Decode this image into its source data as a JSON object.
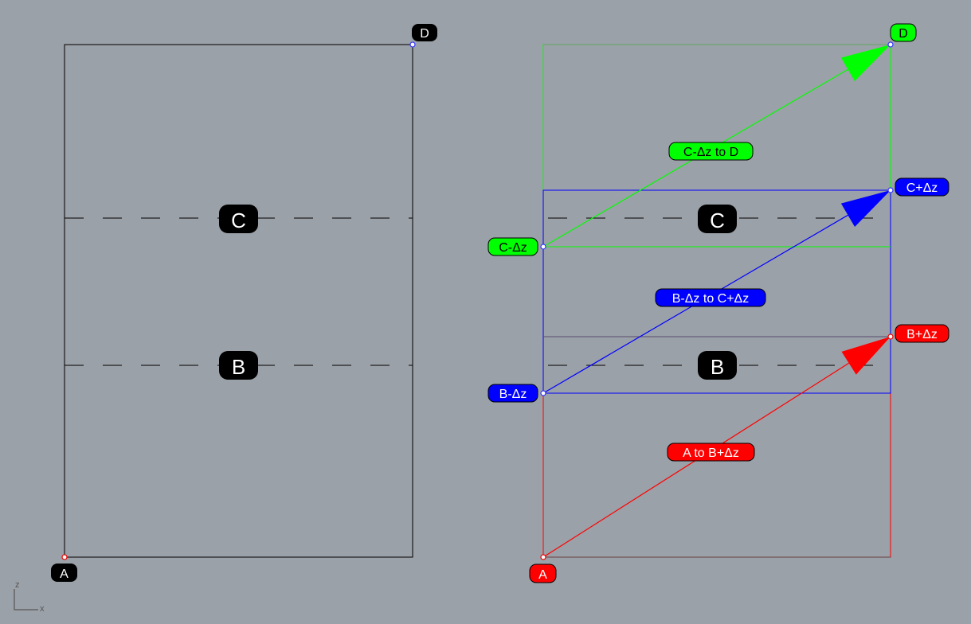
{
  "viewport": {
    "background": "#9ba1a8",
    "axis": {
      "x_label": "x",
      "z_label": "z"
    }
  },
  "left_view": {
    "points": {
      "A": "A",
      "D": "D"
    },
    "levels": {
      "C": "C",
      "B": "B"
    }
  },
  "right_view": {
    "points": {
      "A": "A",
      "D": "D",
      "b_minus": "B-Δz",
      "b_plus": "B+Δz",
      "c_minus": "C-Δz",
      "c_plus": "C+Δz"
    },
    "levels": {
      "C": "C",
      "B": "B"
    },
    "segments": [
      {
        "label": "A to B+Δz",
        "color": "#ff0000"
      },
      {
        "label": "B-Δz to C+Δz",
        "color": "#0000ff"
      },
      {
        "label": "C-Δz to D",
        "color": "#00ff00"
      }
    ]
  }
}
